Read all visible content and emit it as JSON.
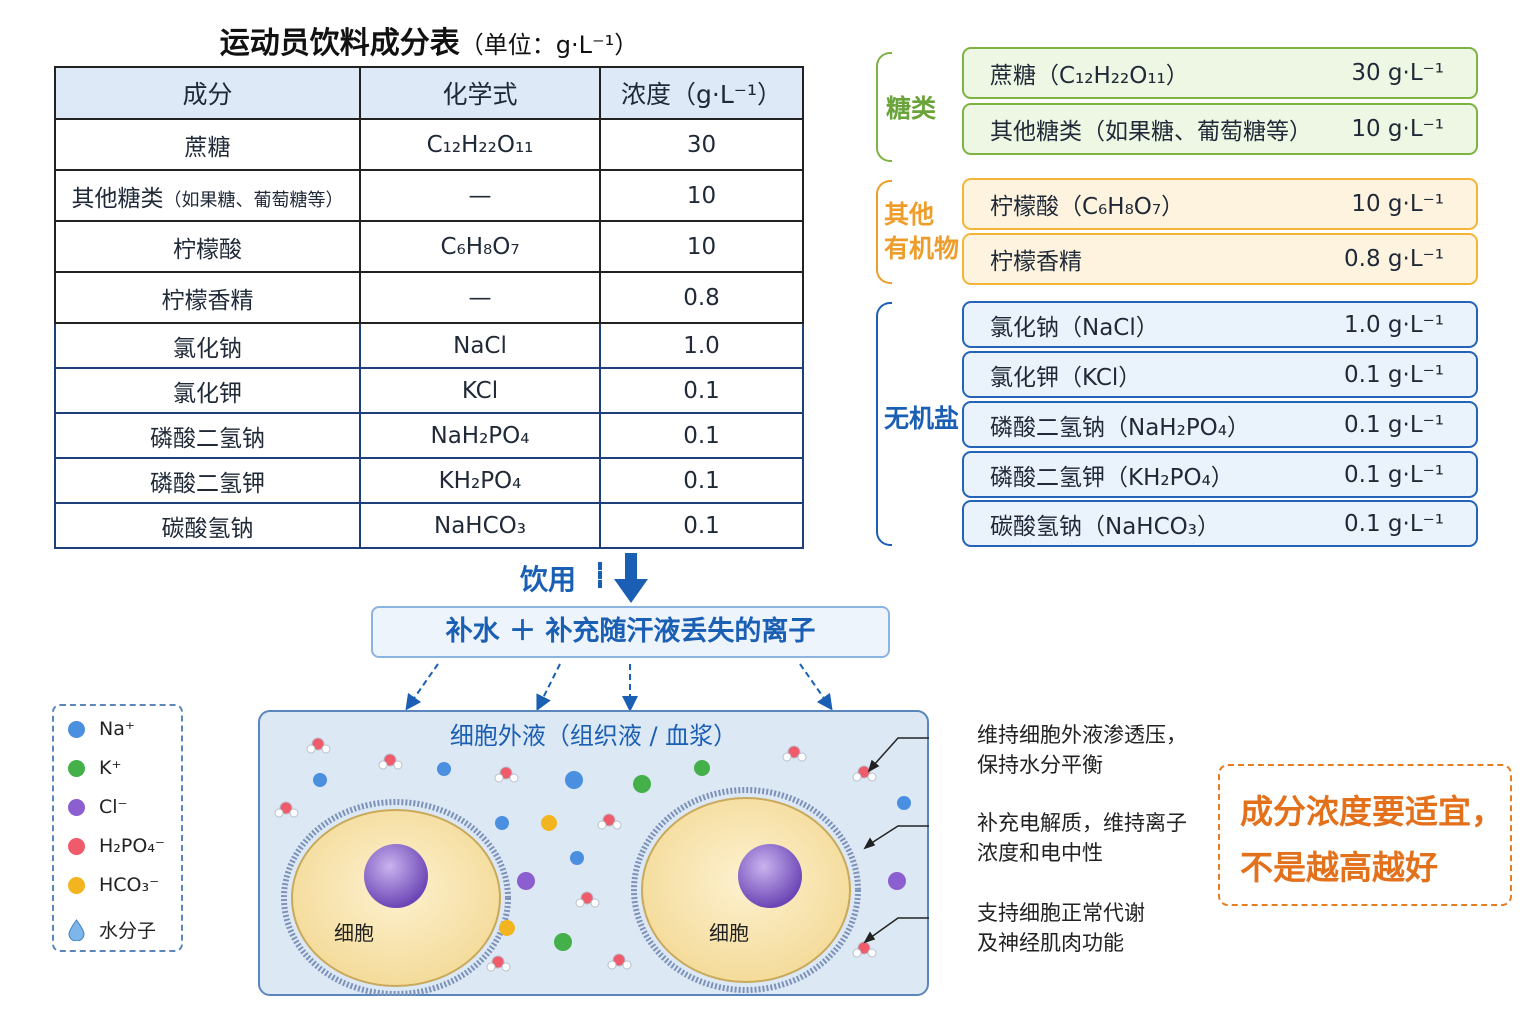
{
  "title": {
    "main": "运动员饮料成分表",
    "unit": "（单位：g·L⁻¹）"
  },
  "table": {
    "headers": [
      "成分",
      "化学式",
      "浓度（g·L⁻¹）"
    ],
    "rows": [
      {
        "name": "蔗糖",
        "note": "",
        "formula": "C₁₂H₂₂O₁₁",
        "conc": "30"
      },
      {
        "name": "其他糖类",
        "note": "（如果糖、葡萄糖等）",
        "formula": "—",
        "conc": "10"
      },
      {
        "name": "柠檬酸",
        "note": "",
        "formula": "C₆H₈O₇",
        "conc": "10"
      },
      {
        "name": "柠檬香精",
        "note": "",
        "formula": "—",
        "conc": "0.8"
      },
      {
        "name": "氯化钠",
        "note": "",
        "formula": "NaCl",
        "conc": "1.0"
      },
      {
        "name": "氯化钾",
        "note": "",
        "formula": "KCl",
        "conc": "0.1"
      },
      {
        "name": "磷酸二氢钠",
        "note": "",
        "formula": "NaH₂PO₄",
        "conc": "0.1"
      },
      {
        "name": "磷酸二氢钾",
        "note": "",
        "formula": "KH₂PO₄",
        "conc": "0.1"
      },
      {
        "name": "碳酸氢钠",
        "note": "",
        "formula": "NaHCO₃",
        "conc": "0.1"
      }
    ]
  },
  "groups": [
    {
      "label": "糖类",
      "color": "#6aa33a",
      "items": [
        {
          "name": "蔗糖（C₁₂H₂₂O₁₁）",
          "value": "30 g·L⁻¹"
        },
        {
          "name": "其他糖类（如果糖、葡萄糖等）",
          "value": "10 g·L⁻¹"
        }
      ]
    },
    {
      "label": "其他\n有机物",
      "color": "#ee9d2a",
      "items": [
        {
          "name": "柠檬酸（C₆H₈O₇）",
          "value": "10 g·L⁻¹"
        },
        {
          "name": "柠檬香精",
          "value": "0.8 g·L⁻¹"
        }
      ]
    },
    {
      "label": "无机盐",
      "color": "#1a5fb4",
      "items": [
        {
          "name": "氯化钠（NaCl）",
          "value": "1.0 g·L⁻¹"
        },
        {
          "name": "氯化钾（KCl）",
          "value": "0.1 g·L⁻¹"
        },
        {
          "name": "磷酸二氢钠（NaH₂PO₄）",
          "value": "0.1 g·L⁻¹"
        },
        {
          "name": "磷酸二氢钾（KH₂PO₄）",
          "value": "0.1 g·L⁻¹"
        },
        {
          "name": "碳酸氢钠（NaHCO₃）",
          "value": "0.1 g·L⁻¹"
        }
      ]
    }
  ],
  "flow": {
    "drink": "饮用",
    "supply": "补水 ＋ 补充随汗液丢失的离子"
  },
  "ecf": {
    "title": "细胞外液（组织液 / 血浆）",
    "cell_label": "细胞"
  },
  "legend": [
    {
      "label": "Na⁺",
      "color": "#4a8fe0"
    },
    {
      "label": "K⁺",
      "color": "#43b04a"
    },
    {
      "label": "Cl⁻",
      "color": "#8b5fcf"
    },
    {
      "label": "H₂PO₄⁻",
      "color": "#ef5b6a"
    },
    {
      "label": "HCO₃⁻",
      "color": "#f2b51f"
    },
    {
      "label": "水分子",
      "color": "#7fb6ea"
    }
  ],
  "notes": [
    {
      "line1": "维持细胞外液渗透压，",
      "line2": "保持水分平衡"
    },
    {
      "line1": "补充电解质，维持离子",
      "line2": "浓度和电中性"
    },
    {
      "line1": "支持细胞正常代谢",
      "line2": "及神经肌肉功能"
    }
  ],
  "conclusion": {
    "line1": "成分浓度要适宜，",
    "line2": "不是越高越好"
  }
}
